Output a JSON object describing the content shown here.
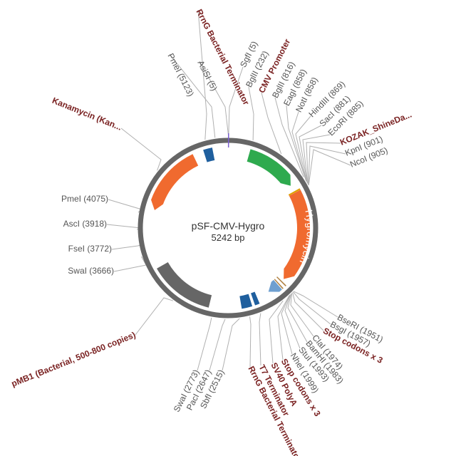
{
  "plasmid": {
    "name": "pSF-CMV-Hygro",
    "size_label": "5242 bp",
    "total_bp": 5242
  },
  "colors": {
    "backbone": "#666666",
    "hygromycin": "#f06a2f",
    "kanamycin": "#f06a2f",
    "cmv_promoter": "#2eaa4e",
    "pmb1_origin": "#666666",
    "terminator": "#1f5f9e",
    "sv40_polya": "#6e9fd0",
    "kozak": "#e0a000",
    "stop_codons": "#b08040",
    "site_label": "#555555",
    "feature_label": "#7a2222"
  },
  "features": [
    {
      "id": "cmv",
      "name": "CMV Promoter",
      "start": 232,
      "end": 816,
      "kind": "arrow",
      "color_key": "cmv_promoter"
    },
    {
      "id": "hygro",
      "name": "Hygromycin",
      "start": 906,
      "end": 1930,
      "kind": "arrow",
      "color_key": "hygromycin",
      "arc_text": "Hygromycin"
    },
    {
      "id": "kozak",
      "name": "KOZAK_ShineDa...",
      "start": 888,
      "end": 905,
      "kind": "block",
      "color_key": "kozak"
    },
    {
      "id": "stop1",
      "name": "Stop codons x 3",
      "start": 1960,
      "end": 1972,
      "kind": "block",
      "color_key": "stop_codons"
    },
    {
      "id": "stop2",
      "name": "Stop codons x 3",
      "start": 2000,
      "end": 2012,
      "kind": "block",
      "color_key": "stop_codons"
    },
    {
      "id": "sv40",
      "name": "SV40 PolyA",
      "start": 2020,
      "end": 2150,
      "kind": "arrow",
      "color_key": "sv40_polya"
    },
    {
      "id": "t7term",
      "name": "T7 Terminator",
      "start": 2290,
      "end": 2340,
      "kind": "block",
      "color_key": "terminator"
    },
    {
      "id": "rrng2",
      "name": "RrnG Bacterial Terminator",
      "start": 2370,
      "end": 2480,
      "kind": "block",
      "color_key": "terminator"
    },
    {
      "id": "pmb1",
      "name": "pMB1 (Bacterial, 500-800 copies)",
      "start": 2820,
      "end": 3500,
      "kind": "block",
      "color_key": "pmb1_origin"
    },
    {
      "id": "kan",
      "name": "Kanamycin (Kan...",
      "start": 4130,
      "end": 4870,
      "kind": "arrow_rev",
      "color_key": "kanamycin"
    },
    {
      "id": "rrng1",
      "name": "RrnG Bacterial Terminator",
      "start": 4985,
      "end": 5080,
      "kind": "block",
      "color_key": "terminator"
    }
  ],
  "labels": [
    {
      "id": "rrng1",
      "text": "RrnG Bacterial Terminator",
      "type": "feature",
      "bp": 5030
    },
    {
      "id": "pmei1",
      "text": "PmeI (5123)",
      "type": "site",
      "bp": 5123
    },
    {
      "id": "asisi",
      "text": "AsiSI (5)",
      "type": "site",
      "bp": 5
    },
    {
      "id": "sgfi",
      "text": "SgfI (5)",
      "type": "site",
      "bp": 5
    },
    {
      "id": "bglii1",
      "text": "BglII (232)",
      "type": "site",
      "bp": 232
    },
    {
      "id": "cmv",
      "text": "CMV Promoter",
      "type": "feature",
      "bp": 520
    },
    {
      "id": "bglii2",
      "text": "BglII (816)",
      "type": "site",
      "bp": 816
    },
    {
      "id": "eagi",
      "text": "EagI (858)",
      "type": "site",
      "bp": 858
    },
    {
      "id": "noti",
      "text": "NotI (858)",
      "type": "site",
      "bp": 858
    },
    {
      "id": "hindiii",
      "text": "HindIII (869)",
      "type": "site",
      "bp": 869
    },
    {
      "id": "saci",
      "text": "SacI (881)",
      "type": "site",
      "bp": 881
    },
    {
      "id": "ecori",
      "text": "EcoRI (885)",
      "type": "site",
      "bp": 885
    },
    {
      "id": "kozak",
      "text": "KOZAK_ShineDa...",
      "type": "feature",
      "bp": 895
    },
    {
      "id": "kpni",
      "text": "KpnI (901)",
      "type": "site",
      "bp": 901
    },
    {
      "id": "ncoi",
      "text": "NcoI (905)",
      "type": "site",
      "bp": 905
    },
    {
      "id": "bseri",
      "text": "BseRI (1951)",
      "type": "site",
      "bp": 1951
    },
    {
      "id": "bsgi",
      "text": "BsgI (1957)",
      "type": "site",
      "bp": 1957
    },
    {
      "id": "stop1",
      "text": "Stop codons x 3",
      "type": "feature",
      "bp": 1965
    },
    {
      "id": "clai",
      "text": "ClaI (1974)",
      "type": "site",
      "bp": 1974
    },
    {
      "id": "bamhi",
      "text": "BamHI (1983)",
      "type": "site",
      "bp": 1983
    },
    {
      "id": "stui",
      "text": "StuI (1993)",
      "type": "site",
      "bp": 1993
    },
    {
      "id": "nhei",
      "text": "NheI (1999)",
      "type": "site",
      "bp": 1999
    },
    {
      "id": "stop2",
      "text": "Stop codons x 3",
      "type": "feature",
      "bp": 2006
    },
    {
      "id": "sv40",
      "text": "SV40 PolyA",
      "type": "feature",
      "bp": 2080
    },
    {
      "id": "t7term",
      "text": "T7 Terminator",
      "type": "feature",
      "bp": 2315
    },
    {
      "id": "rrng2",
      "text": "RrnG Bacterial Terminator",
      "type": "feature",
      "bp": 2420
    },
    {
      "id": "sbfi",
      "text": "SbfI (2515)",
      "type": "site",
      "bp": 2515
    },
    {
      "id": "paci",
      "text": "PacI (2647)",
      "type": "site",
      "bp": 2647
    },
    {
      "id": "swai1",
      "text": "SwaI (2773)",
      "type": "site",
      "bp": 2773
    },
    {
      "id": "pmb1",
      "text": "pMB1 (Bacterial, 500-800 copies)",
      "type": "feature",
      "bp": 3160
    },
    {
      "id": "swai2",
      "text": "SwaI (3666)",
      "type": "site",
      "bp": 3666
    },
    {
      "id": "fsei",
      "text": "FseI (3772)",
      "type": "site",
      "bp": 3772
    },
    {
      "id": "asci",
      "text": "AscI (3918)",
      "type": "site",
      "bp": 3918
    },
    {
      "id": "pmei2",
      "text": "PmeI (4075)",
      "type": "site",
      "bp": 4075
    },
    {
      "id": "kan",
      "text": "Kanamycin (Kan...",
      "type": "feature",
      "bp": 4500
    }
  ]
}
